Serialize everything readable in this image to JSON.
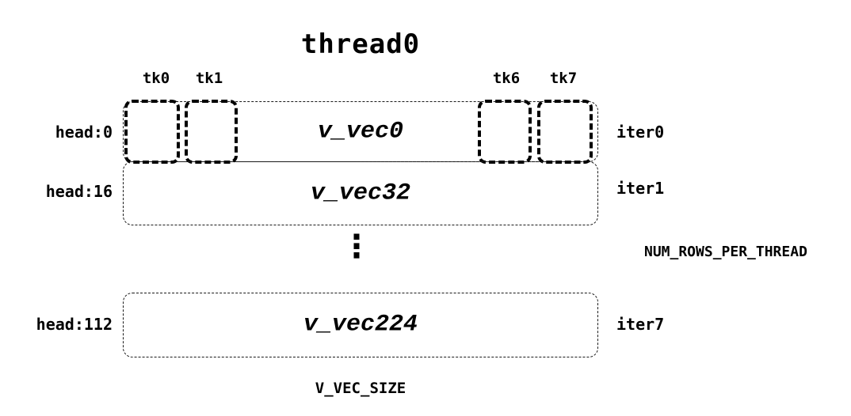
{
  "title": "thread0",
  "tk_labels": [
    {
      "label": "tk0"
    },
    {
      "label": "tk1"
    },
    {
      "label": "tk6"
    },
    {
      "label": "tk7"
    }
  ],
  "rows": [
    {
      "head": "head:0",
      "vec": "v_vec0",
      "iter": "iter0"
    },
    {
      "head": "head:16",
      "vec": "v_vec32",
      "iter": "iter1"
    },
    {
      "head": "head:112",
      "vec": "v_vec224",
      "iter": "iter7"
    }
  ],
  "ellipsis": "⋮",
  "annotations": {
    "num_rows": "NUM_ROWS_PER_THREAD",
    "v_vec_size": "V_VEC_SIZE"
  },
  "colors": {
    "ink": "#000000",
    "background": "#ffffff"
  }
}
